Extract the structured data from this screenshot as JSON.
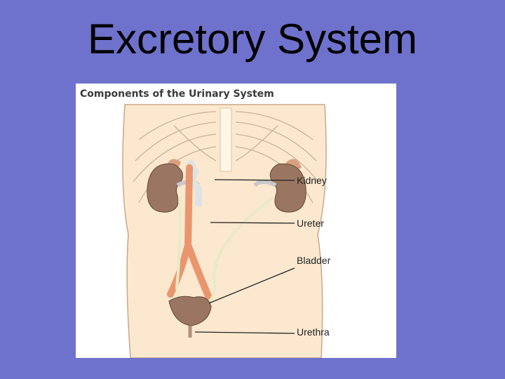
{
  "slide": {
    "title": "Excretory System"
  },
  "figure": {
    "heading": "Components of the Urinary System",
    "labels": {
      "kidney": "Kidney",
      "ureter": "Ureter",
      "bladder": "Bladder",
      "urethra": "Urethra"
    }
  },
  "colors": {
    "slide_background": "#6e72cc",
    "body_skin": "#fbe8cf",
    "kidney": "#9a7662",
    "vessel": "#e9966e",
    "bone": "#fff6e6"
  }
}
